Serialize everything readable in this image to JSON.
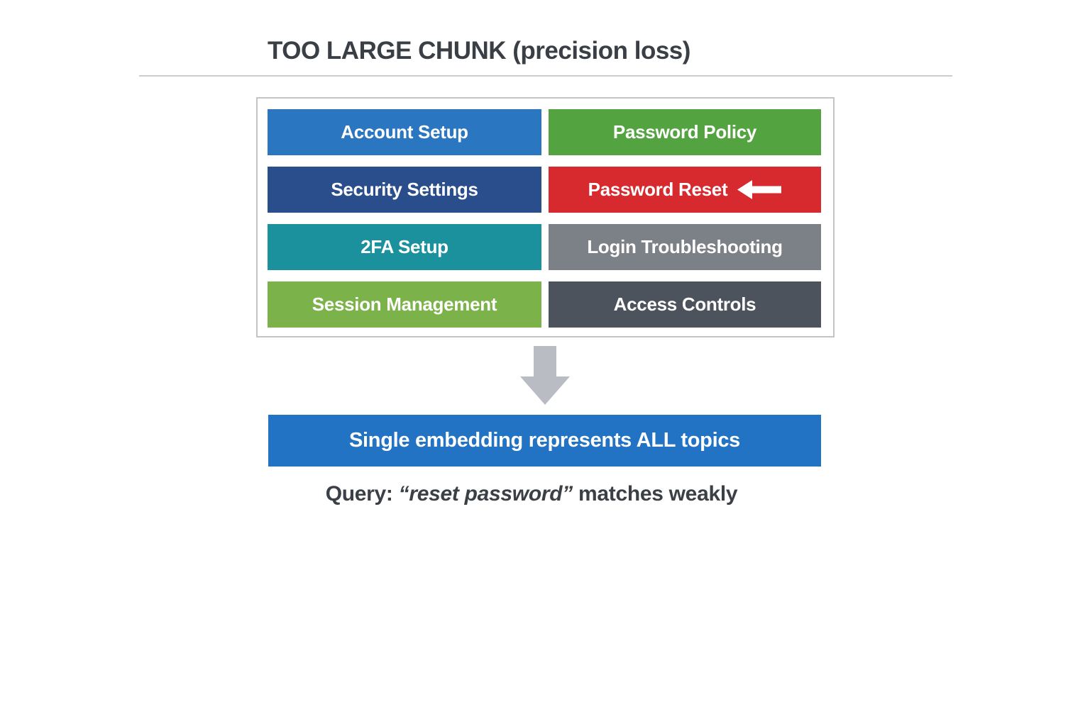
{
  "title": "TOO LARGE CHUNK (precision loss)",
  "chunk_box": {
    "topics": [
      {
        "label": "Account Setup",
        "color": "#2a76c0"
      },
      {
        "label": "Password Policy",
        "color": "#54a341"
      },
      {
        "label": "Security Settings",
        "color": "#2a4d8c"
      },
      {
        "label": "Password Reset",
        "color": "#d72a2f",
        "highlighted": true
      },
      {
        "label": "2FA Setup",
        "color": "#1c919e"
      },
      {
        "label": "Login Troubleshooting",
        "color": "#7c8187"
      },
      {
        "label": "Session Management",
        "color": "#7cb24a"
      },
      {
        "label": "Access Controls",
        "color": "#4c535c"
      }
    ]
  },
  "embedding_bar": {
    "label": "Single embedding represents ALL topics",
    "color": "#2273c4"
  },
  "query_line": {
    "prefix": "Query: ",
    "query": "“reset password”",
    "suffix": " matches weakly"
  },
  "colors": {
    "title_text": "#3a3f45",
    "rule": "#c9ccd0",
    "box_border": "#c2c5c8",
    "down_arrow": "#b9bdc3",
    "chip_text": "#ffffff",
    "query_text": "#3b4046"
  }
}
